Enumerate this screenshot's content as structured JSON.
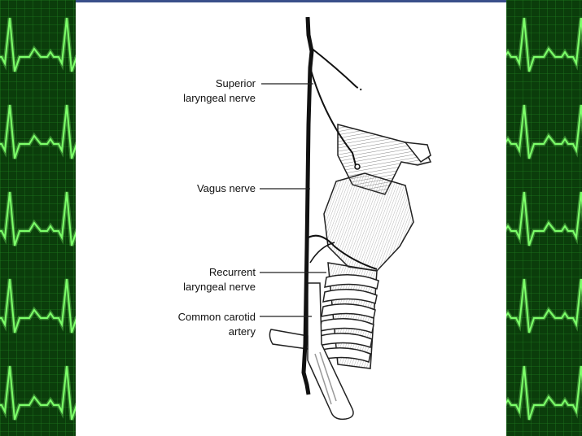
{
  "diagram": {
    "labels": {
      "superior_line1": "Superior",
      "superior_line2": "laryngeal nerve",
      "vagus": "Vagus nerve",
      "recurrent_line1": "Recurrent",
      "recurrent_line2": "laryngeal nerve",
      "carotid_line1": "Common carotid",
      "carotid_line2": "artery"
    }
  },
  "colors": {
    "ecg_trace": "#7dff6a",
    "ecg_background": "#0b3d0b",
    "slide_border": "#3a4f8a"
  },
  "icons": [
    "ecg-heartbeat-icon"
  ]
}
